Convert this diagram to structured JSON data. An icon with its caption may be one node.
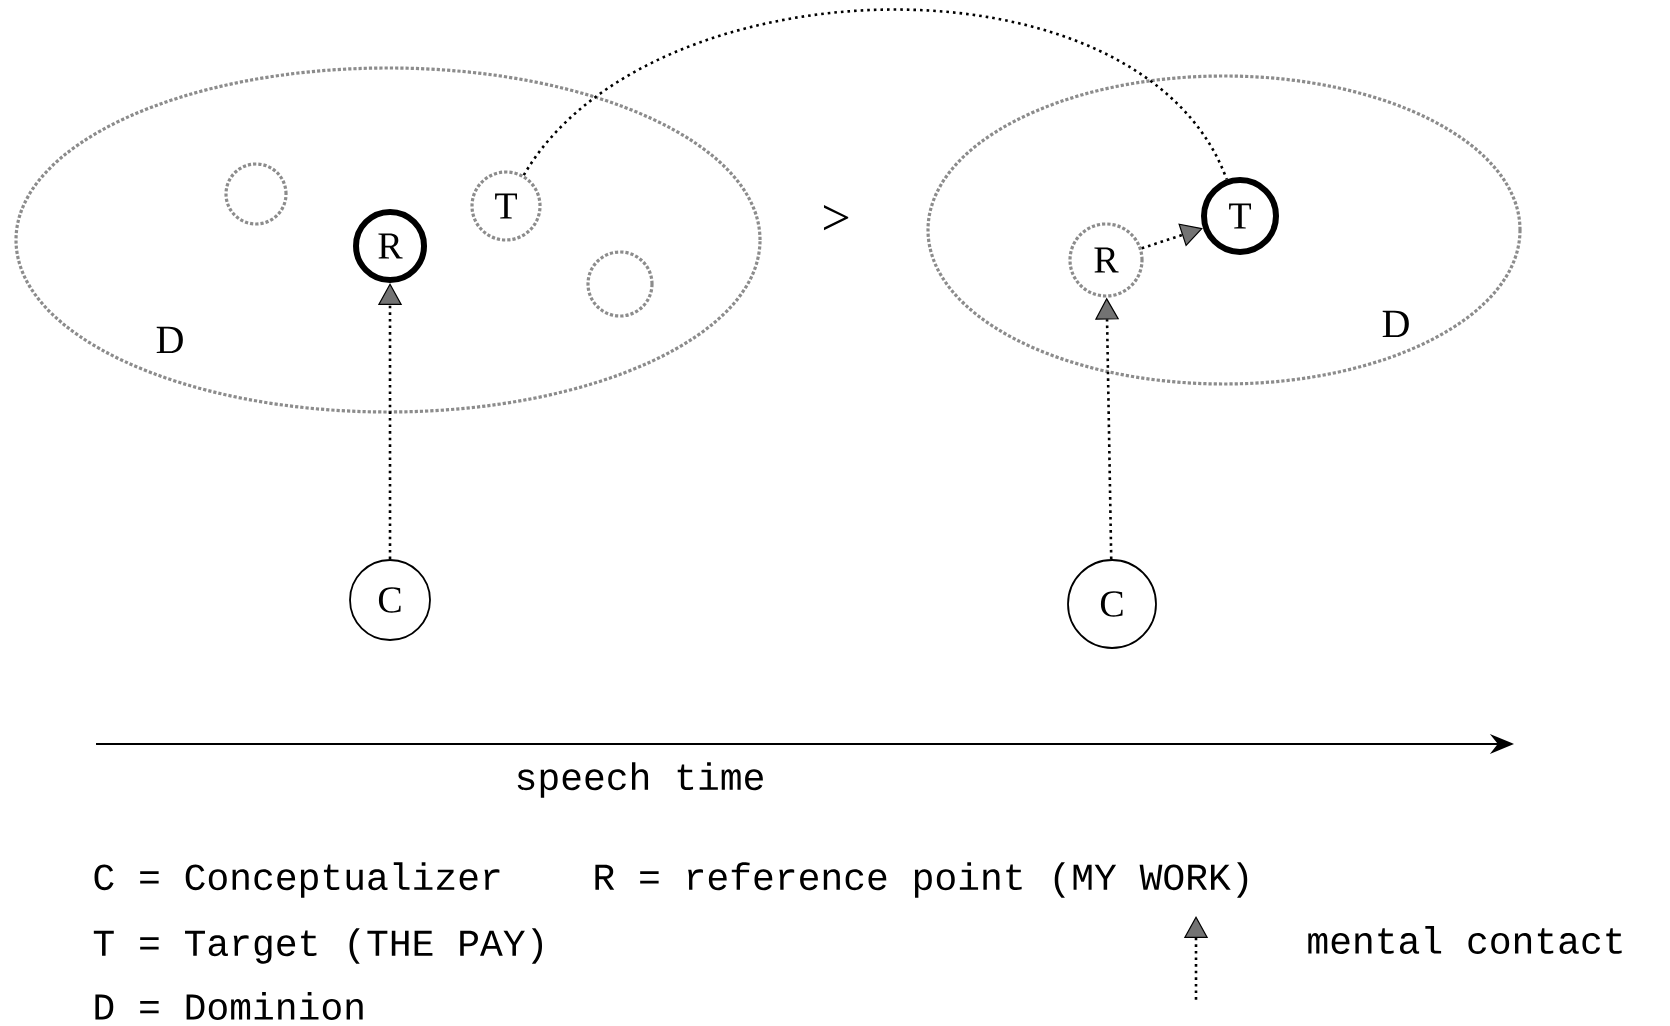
{
  "diagram": {
    "nodes": [
      {
        "text": [
          "D"
        ]
      },
      {
        "text": [],
        "shape": "circle",
        "in": 0
      },
      {
        "text": [
          "R"
        ],
        "in": 0
      },
      {
        "text": [
          "T"
        ],
        "in": 0
      },
      {
        "text": [],
        "shape": "circle",
        "in": 0
      },
      {
        "text": [
          "C"
        ]
      },
      {
        "text": [
          "D"
        ]
      },
      {
        "text": [
          "R"
        ],
        "in": 6
      },
      {
        "text": [
          "T"
        ],
        "in": 6
      },
      {
        "text": [
          "C"
        ]
      }
    ],
    "edges": [
      {
        "from": 5,
        "to": 2,
        "arrow": "to"
      },
      {
        "from": 3,
        "to": 8,
        "arrow": "none"
      },
      {
        "from": 9,
        "to": 7,
        "arrow": "to"
      },
      {
        "from": 7,
        "to": 8,
        "arrow": "to"
      }
    ],
    "labels": [
      ">",
      "speech time",
      "C = Conceptualizer",
      "R = reference point (MY WORK)",
      "T = Target (THE PAY)",
      "D = Dominion"
    ],
    "legend": [
      {
        "text": "mental contact"
      }
    ]
  }
}
